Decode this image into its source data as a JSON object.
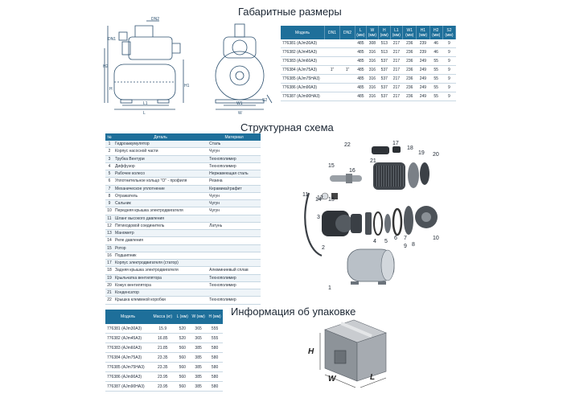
{
  "headings": {
    "dimensions": "Габаритные размеры",
    "scheme": "Структурная схема",
    "packaging": "Информация об упаковке"
  },
  "drawing_labels": {
    "dn2": "DN2",
    "dn1": "DN1",
    "h2": "H2",
    "h": "H",
    "h1": "H1",
    "l1": "L1",
    "l": "L",
    "s2": "S2",
    "w1": "W1",
    "w": "W"
  },
  "dims_table": {
    "headers": [
      "Модель",
      "DN1",
      "DN2",
      "L (мм)",
      "W (мм)",
      "H (мм)",
      "L1 (мм)",
      "W1 (мм)",
      "H1 (мм)",
      "H2 (мм)",
      "S2 (мм)"
    ],
    "dn1": "1\"",
    "dn2": "1\"",
    "rows": [
      [
        "776381 (AJm30A3)",
        "485",
        "308",
        "513",
        "217",
        "236",
        "239",
        "46",
        "9"
      ],
      [
        "776382 (AJm45A3)",
        "485",
        "316",
        "513",
        "217",
        "236",
        "239",
        "46",
        "9"
      ],
      [
        "776383 (AJm60A3)",
        "485",
        "316",
        "537",
        "217",
        "236",
        "249",
        "55",
        "9"
      ],
      [
        "776384 (AJm75A3)",
        "485",
        "316",
        "537",
        "217",
        "236",
        "249",
        "55",
        "9"
      ],
      [
        "776385 (AJm75HA3)",
        "485",
        "316",
        "537",
        "217",
        "236",
        "249",
        "55",
        "9"
      ],
      [
        "776386 (AJm90A3)",
        "485",
        "316",
        "537",
        "217",
        "236",
        "249",
        "55",
        "9"
      ],
      [
        "776387 (AJm90HA3)",
        "485",
        "316",
        "537",
        "217",
        "236",
        "249",
        "55",
        "9"
      ]
    ]
  },
  "parts_table": {
    "headers": [
      "№",
      "Деталь",
      "Материал"
    ],
    "rows": [
      [
        "1",
        "Гидроаккумулятор",
        "Сталь"
      ],
      [
        "2",
        "Корпус насосной части",
        "Чугун"
      ],
      [
        "3",
        "Трубка Вентури",
        "Технополимер"
      ],
      [
        "4",
        "Диффузор",
        "Технополимер"
      ],
      [
        "5",
        "Рабочее колесо",
        "Нержавеющая сталь"
      ],
      [
        "6",
        "Уплотнительное кольцо \"О\" - профиля",
        "Резина"
      ],
      [
        "7",
        "Механическое уплотнение",
        "Керамика/графит"
      ],
      [
        "8",
        "Отражатель",
        "Чугун"
      ],
      [
        "9",
        "Сальник",
        "Чугун"
      ],
      [
        "10",
        "Передняя крышка электродвигателя",
        "Чугун"
      ],
      [
        "11",
        "Шланг высокого давления",
        ""
      ],
      [
        "12",
        "Пятиходовой соединитель",
        "Латунь"
      ],
      [
        "13",
        "Манометр",
        ""
      ],
      [
        "14",
        "Реле давления",
        ""
      ],
      [
        "15",
        "Ротор",
        ""
      ],
      [
        "16",
        "Подшипник",
        ""
      ],
      [
        "17",
        "Корпус электродвигателя (статор)",
        ""
      ],
      [
        "18",
        "Задняя крышка электродвигателя",
        "Алюминиевый сплав"
      ],
      [
        "19",
        "Крыльчатка вентилятора",
        "Технополимер"
      ],
      [
        "20",
        "Кожух вентилятора",
        "Технополимер"
      ],
      [
        "21",
        "Конденсатор",
        ""
      ],
      [
        "22",
        "Крышка клеммной коробки",
        "Технополимер"
      ]
    ]
  },
  "pack_table": {
    "headers": [
      "Модель",
      "Масса (кг)",
      "L (мм)",
      "W (мм)",
      "H (мм)"
    ],
    "rows": [
      [
        "776381 (AJm30A3)",
        "15.9",
        "520",
        "365",
        "555"
      ],
      [
        "776382 (AJm45A3)",
        "16.85",
        "520",
        "365",
        "555"
      ],
      [
        "776383 (AJm60A3)",
        "21.85",
        "560",
        "385",
        "580"
      ],
      [
        "776384 (AJm75A3)",
        "23.35",
        "560",
        "385",
        "580"
      ],
      [
        "776385 (AJm75HA3)",
        "23.35",
        "560",
        "385",
        "580"
      ],
      [
        "776386 (AJm90A3)",
        "23.95",
        "560",
        "385",
        "580"
      ],
      [
        "776387 (AJm90HA3)",
        "23.95",
        "560",
        "385",
        "580"
      ]
    ]
  },
  "callouts": [
    "22",
    "17",
    "18",
    "19",
    "20",
    "21",
    "15",
    "16",
    "14",
    "11",
    "12",
    "13",
    "3",
    "2",
    "4",
    "5",
    "6",
    "7",
    "8",
    "9",
    "10",
    "1"
  ],
  "box_labels": {
    "h": "H",
    "w": "W",
    "l": "L"
  },
  "colors": {
    "header_blue": "#1e6f9a",
    "line_blue": "#2b4f6e",
    "box_gray": "#9aa0a6"
  }
}
